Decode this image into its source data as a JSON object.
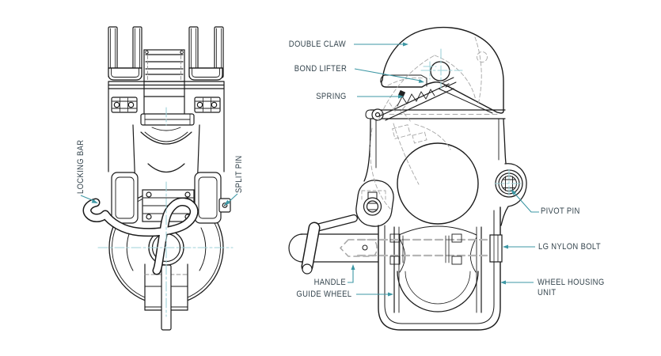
{
  "labels": {
    "double_claw": "DOUBLE CLAW",
    "bond_lifter": "BOND LIFTER",
    "spring": "SPRING",
    "locking_bar": "LOCKING BAR",
    "split_pin": "SPLIT PIN",
    "pivot_pin": "PIVOT PIN",
    "lg_nylon_bolt": "LG NYLON BOLT",
    "wheel_housing_unit": "WHEEL HOUSING\nUNIT",
    "handle": "HANDLE",
    "guide_wheel": "GUIDE WHEEL"
  },
  "colors": {
    "background": "#ffffff",
    "line": "#1b1b1b",
    "hidden_line": "#a6a6a6",
    "label_text": "#35454e",
    "leader": "#3d97a4",
    "centerline": "#9ed2d8"
  }
}
